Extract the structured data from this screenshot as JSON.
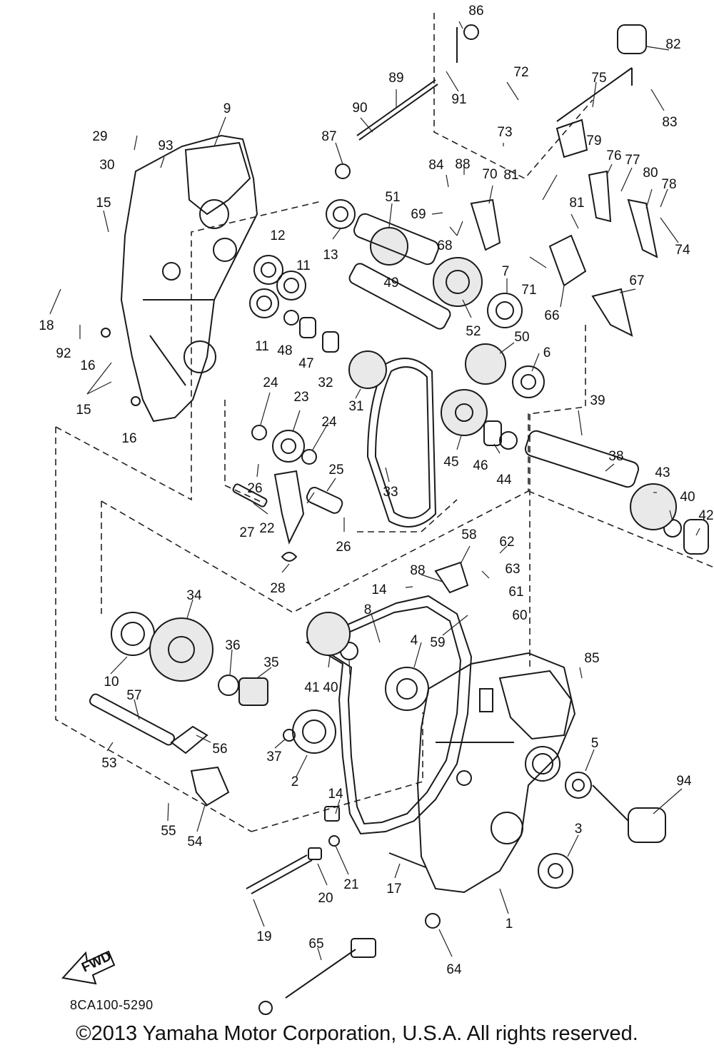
{
  "diagram": {
    "drawing_code": "8CA100-5290",
    "copyright": "©2013 Yamaha Motor Corporation, U.S.A. All rights reserved.",
    "fwd_label": "FWD",
    "callouts": [
      {
        "n": "1"
      },
      {
        "n": "2"
      },
      {
        "n": "3"
      },
      {
        "n": "4"
      },
      {
        "n": "5"
      },
      {
        "n": "6"
      },
      {
        "n": "7"
      },
      {
        "n": "8"
      },
      {
        "n": "9"
      },
      {
        "n": "10"
      },
      {
        "n": "11"
      },
      {
        "n": "11"
      },
      {
        "n": "12"
      },
      {
        "n": "13"
      },
      {
        "n": "14"
      },
      {
        "n": "14"
      },
      {
        "n": "15"
      },
      {
        "n": "15"
      },
      {
        "n": "16"
      },
      {
        "n": "16"
      },
      {
        "n": "17"
      },
      {
        "n": "18"
      },
      {
        "n": "19"
      },
      {
        "n": "20"
      },
      {
        "n": "21"
      },
      {
        "n": "22"
      },
      {
        "n": "23"
      },
      {
        "n": "24"
      },
      {
        "n": "24"
      },
      {
        "n": "25"
      },
      {
        "n": "26"
      },
      {
        "n": "26"
      },
      {
        "n": "27"
      },
      {
        "n": "28"
      },
      {
        "n": "29"
      },
      {
        "n": "30"
      },
      {
        "n": "31"
      },
      {
        "n": "32"
      },
      {
        "n": "33"
      },
      {
        "n": "34"
      },
      {
        "n": "35"
      },
      {
        "n": "36"
      },
      {
        "n": "37"
      },
      {
        "n": "38"
      },
      {
        "n": "39"
      },
      {
        "n": "40"
      },
      {
        "n": "40"
      },
      {
        "n": "41"
      },
      {
        "n": "42"
      },
      {
        "n": "43"
      },
      {
        "n": "44"
      },
      {
        "n": "45"
      },
      {
        "n": "46"
      },
      {
        "n": "47"
      },
      {
        "n": "48"
      },
      {
        "n": "49"
      },
      {
        "n": "50"
      },
      {
        "n": "51"
      },
      {
        "n": "52"
      },
      {
        "n": "53"
      },
      {
        "n": "54"
      },
      {
        "n": "55"
      },
      {
        "n": "56"
      },
      {
        "n": "57"
      },
      {
        "n": "58"
      },
      {
        "n": "59"
      },
      {
        "n": "60"
      },
      {
        "n": "61"
      },
      {
        "n": "62"
      },
      {
        "n": "63"
      },
      {
        "n": "64"
      },
      {
        "n": "65"
      },
      {
        "n": "66"
      },
      {
        "n": "67"
      },
      {
        "n": "68"
      },
      {
        "n": "69"
      },
      {
        "n": "70"
      },
      {
        "n": "71"
      },
      {
        "n": "72"
      },
      {
        "n": "73"
      },
      {
        "n": "74"
      },
      {
        "n": "75"
      },
      {
        "n": "76"
      },
      {
        "n": "77"
      },
      {
        "n": "78"
      },
      {
        "n": "79"
      },
      {
        "n": "80"
      },
      {
        "n": "81"
      },
      {
        "n": "81"
      },
      {
        "n": "82"
      },
      {
        "n": "83"
      },
      {
        "n": "84"
      },
      {
        "n": "85"
      },
      {
        "n": "86"
      },
      {
        "n": "87"
      },
      {
        "n": "88"
      },
      {
        "n": "88"
      },
      {
        "n": "89"
      },
      {
        "n": "90"
      },
      {
        "n": "91"
      },
      {
        "n": "92"
      },
      {
        "n": "93"
      },
      {
        "n": "94"
      }
    ]
  }
}
